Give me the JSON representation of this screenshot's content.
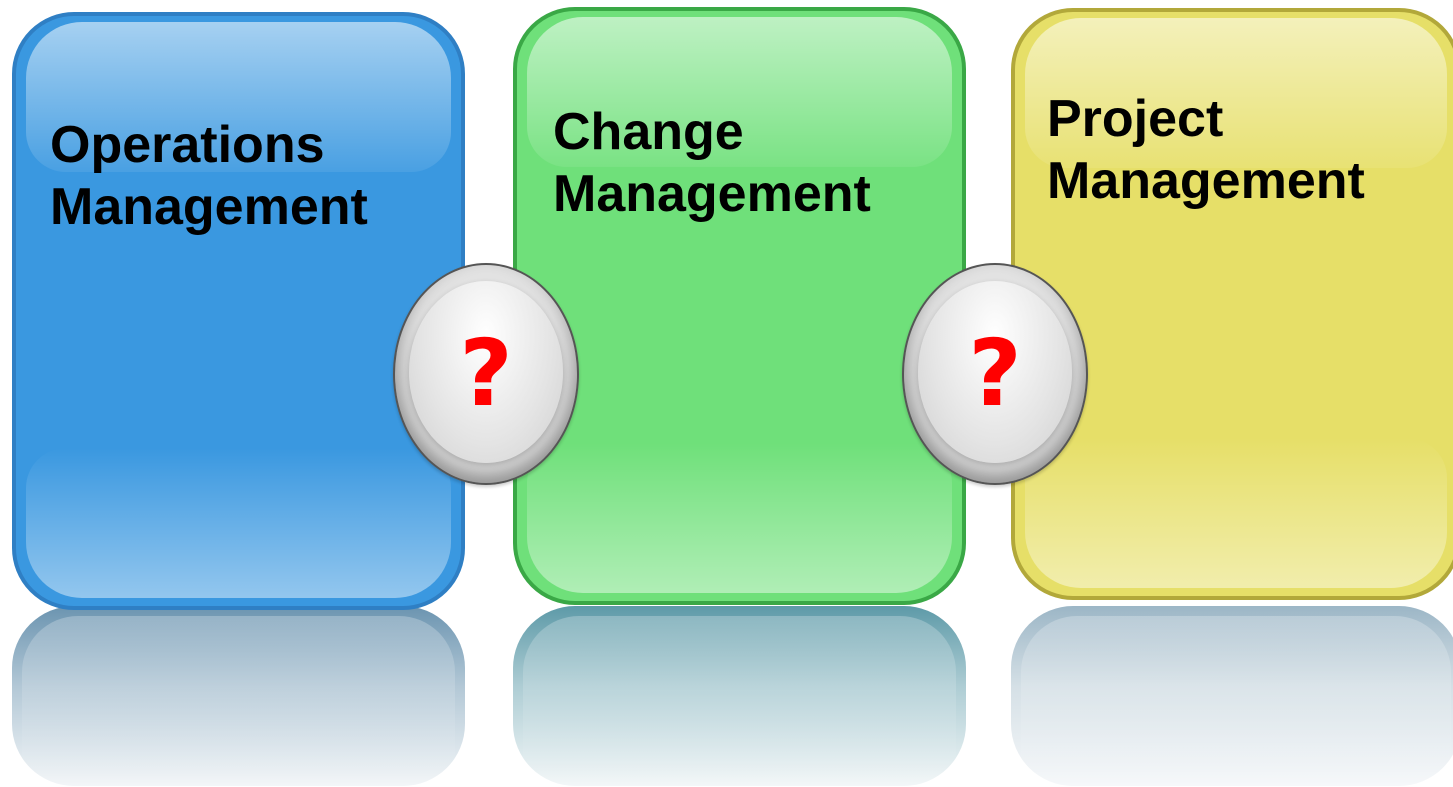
{
  "boxes": [
    {
      "line1": "Operations",
      "line2": "Management",
      "color": "#3a98e0"
    },
    {
      "line1": "Change",
      "line2": "Management",
      "color": "#6fe07a"
    },
    {
      "line1": "Project",
      "line2": "Management",
      "color": "#e6df68"
    }
  ],
  "connectors": [
    {
      "symbol": "?",
      "color": "#ff0000"
    },
    {
      "symbol": "?",
      "color": "#ff0000"
    }
  ]
}
